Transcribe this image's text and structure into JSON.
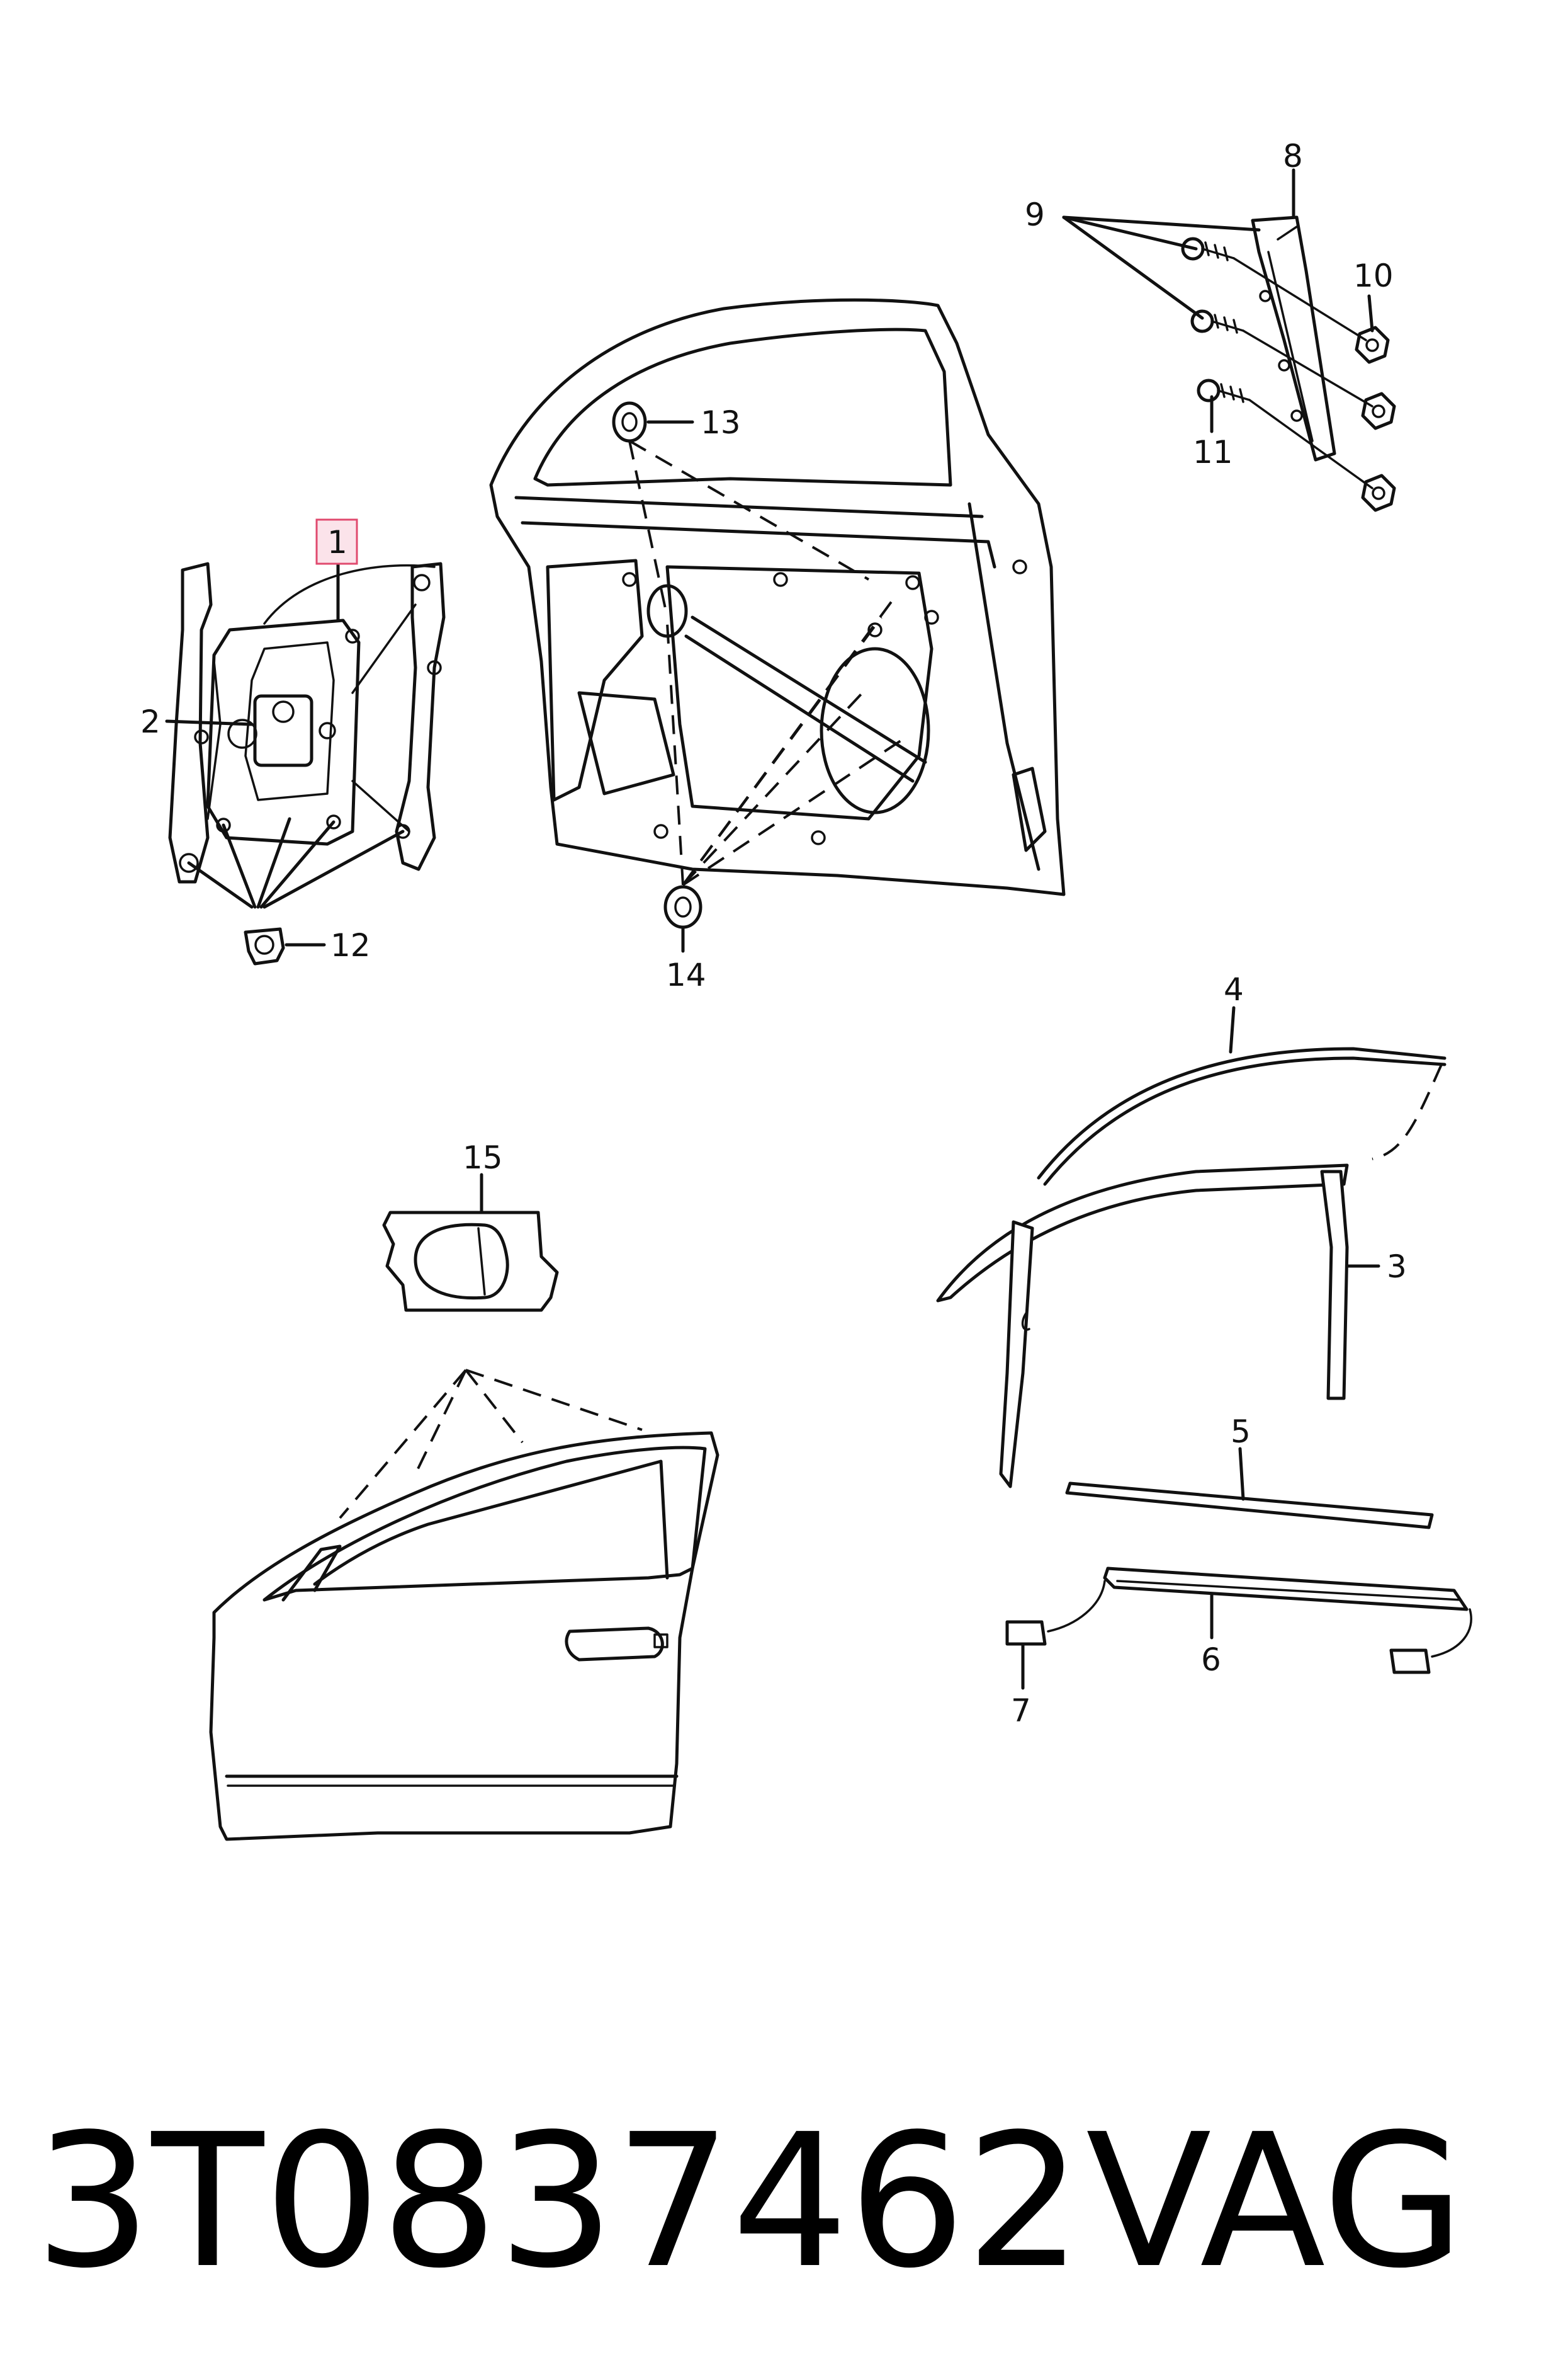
{
  "callouts": [
    "1",
    "2",
    "3",
    "4",
    "5",
    "6",
    "7",
    "8",
    "9",
    "10",
    "11",
    "12",
    "13",
    "14",
    "15"
  ],
  "highlighted_callout": "1",
  "footer": {
    "part_number": "3T0837462",
    "brand": "VAG"
  }
}
